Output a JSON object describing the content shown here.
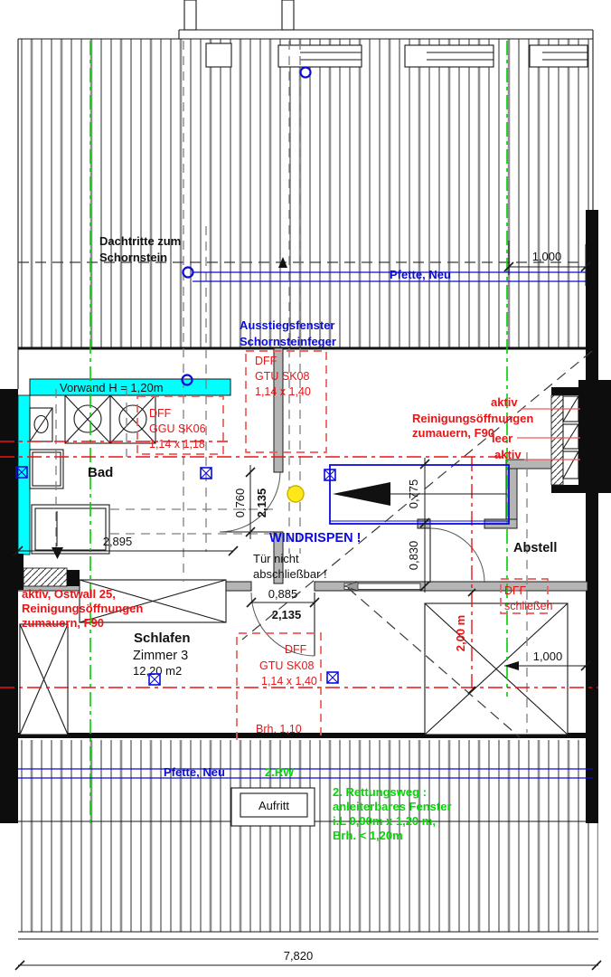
{
  "drawing": {
    "type": "architectural-floor-plan-attic",
    "colors": {
      "annotation_blue": "#0b0bdc",
      "annotation_red": "#e81416",
      "annotation_green": "#00d800",
      "vorwand_cyan": "#00ffff",
      "wall_gray": "#b5b5b5",
      "windrispen_marker_yellow": "#ffe81a"
    }
  },
  "labels": {
    "dachtritte1": "Dachtritte zum",
    "dachtritte2": "Schornstein",
    "pfette_top": "Pfette, Neu",
    "dim_1000_top": "1,000",
    "ausstieg1": "Ausstiegsfenster",
    "ausstieg2": "Schornsteinfeger",
    "dff_top1": "DFF",
    "dff_top2": "GTU SK08",
    "dff_top3": "1,14 x 1,40",
    "vorwand": "Vorwand H = 1,20m",
    "dff_bad1": "DFF",
    "dff_bad2": "GGU SK06",
    "dff_bad3": "1,14 x 1,18",
    "chim_aktiv1": "aktiv",
    "chim_line1": "Reinigungsöffnungen",
    "chim_line2": "zumauern, F90",
    "chim_leer": "leer",
    "chim_aktiv2": "aktiv",
    "room_bad": "Bad",
    "dim_0760": "0,760",
    "dim_2135_v": "2,135",
    "windrispen": "WINDRISPEN !",
    "dim_0775": "0,775",
    "dim_0830": "0,830",
    "room_abstell": "Abstell",
    "dim_2895": "2,895",
    "tuer1": "Tür nicht",
    "tuer2": "abschließbar !",
    "dim_0885": "0,885",
    "dim_2135_h": "2,135",
    "ostwall1": "aktiv, Ostwall 25,",
    "ostwall2": "Reinigungsöffnungen",
    "ostwall3": "zumauern, F90",
    "room_schlafen1": "Schlafen",
    "room_schlafen2": "Zimmer 3",
    "room_schlafen3": "12,20 m2",
    "dff_schlaf1": "DFF",
    "dff_schlaf2": "GTU SK08",
    "dff_schlaf3": "1,14 x 1,40",
    "dff_schliessen1": "DFF",
    "dff_schliessen2": "schließen",
    "dim_200m": "2,00 m",
    "dim_1000_abstell": "1,000",
    "brh110": "Brh. 1,10",
    "pfette_bottom": "Pfette, Neu",
    "rw2": "2.RW",
    "aufritt": "Aufritt",
    "rettung1": "2. Rettungsweg :",
    "rettung2": "anleiterbares Fenster",
    "rettung3": "i.L 0,90m x 1,20 m,",
    "rettung4": "Brh. < 1,20m",
    "dim_7820": "7,820"
  }
}
